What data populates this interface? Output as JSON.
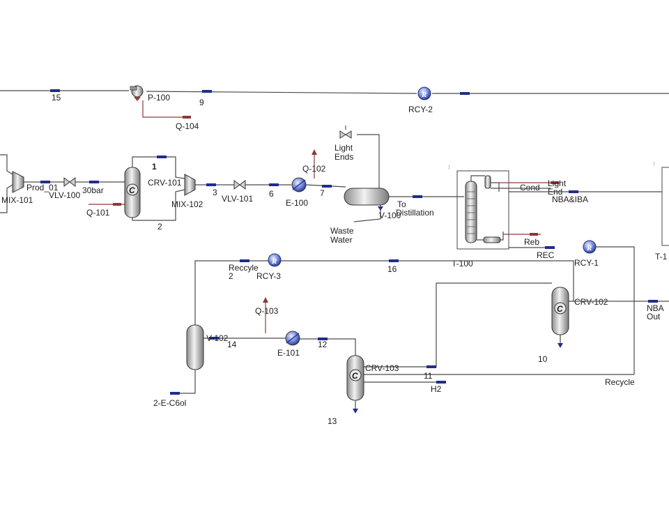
{
  "diagram": {
    "title": "",
    "labels": {
      "s15": "15",
      "p100": "P-100",
      "s9": "9",
      "rcy2": "RCY-2",
      "q104": "Q-104",
      "mix101": "MIX-101",
      "prod01": "Prod_01",
      "vlv100": "VLV-100",
      "s30bar": "30bar",
      "q101": "Q-101",
      "s1": "1",
      "crv101": "CRV-101",
      "s2": "2",
      "mix102": "MIX-102",
      "s3": "3",
      "vlv101": "VLV-101",
      "s6": "6",
      "q102": "Q-102",
      "e100": "E-100",
      "s7": "7",
      "light_ends_1": "Light",
      "light_ends_2": "Ends",
      "v100": "V-100",
      "to_dist_1": "To",
      "to_dist_2": "Distillation",
      "waste_1": "Waste",
      "waste_2": "Water",
      "cond": "Cond",
      "light_end_1": "Light",
      "light_end_2": "End",
      "nba_iba": "NBA&IBA",
      "reb": "Reb",
      "t100": "T-100",
      "rec": "REC",
      "rcy1": "RCY-1",
      "t1xx": "T-1",
      "reccyle_1": "Reccyle",
      "reccyle_2": "2",
      "rcy3": "RCY-3",
      "s16": "16",
      "crv102": "CRV-102",
      "nba_out_1": "NBA",
      "nba_out_2": "Out",
      "s10": "10",
      "q103": "Q-103",
      "v102": "V-102",
      "s14": "14",
      "e101": "E-101",
      "s12": "12",
      "crv103": "CRV-103",
      "s11": "11",
      "h2": "H2",
      "recycle": "Recycle",
      "e_c6ol": "2-E-C6ol",
      "s13": "13"
    },
    "icons": [
      "pump-icon",
      "recycle-block-icon",
      "valve-icon",
      "mixer-icon",
      "conversion-reactor-icon",
      "heater-icon",
      "cooler-icon",
      "separator-icon",
      "column-icon"
    ],
    "colors": {
      "stream": "#4a4a4a",
      "stream_arrow": "#1f2d8c",
      "energy": "#8a3a3a",
      "recycle_block": "#3a4db0"
    }
  }
}
